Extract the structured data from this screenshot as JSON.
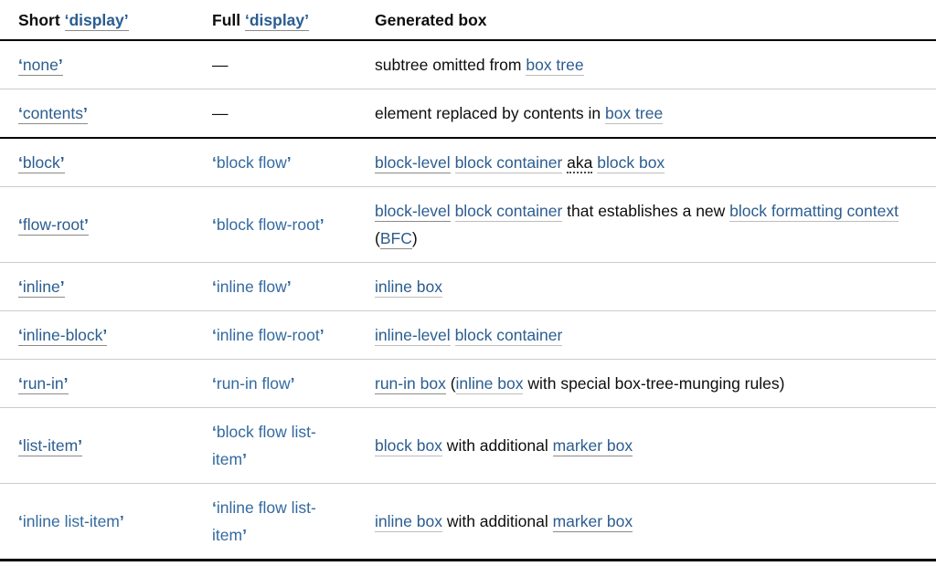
{
  "glyphs": {
    "quote_open": "‘",
    "quote_close": "’"
  },
  "colors": {
    "link": "#2b5d90",
    "css_value": "#336a9f",
    "text": "#0d0d0d",
    "underline_dark": "#8a8a8a",
    "underline_light": "#bdbdbd",
    "divider_thin": "#cbcbcb",
    "divider_thick": "#000000",
    "background": "#ffffff"
  },
  "table": {
    "header": {
      "cells": [
        {
          "segments": [
            {
              "type": "text",
              "text": "Short "
            },
            {
              "type": "link",
              "text": "display",
              "quoted": true,
              "ul": "dark"
            }
          ]
        },
        {
          "segments": [
            {
              "type": "text",
              "text": "Full "
            },
            {
              "type": "link",
              "text": "display",
              "quoted": true,
              "ul": "dark"
            }
          ]
        },
        {
          "segments": [
            {
              "type": "text",
              "text": "Generated box"
            }
          ]
        }
      ]
    },
    "rows": [
      {
        "divider_after": "thin",
        "cells": [
          {
            "segments": [
              {
                "type": "link",
                "text": "none",
                "quoted": true,
                "ul": "dark"
              }
            ]
          },
          {
            "segments": [
              {
                "type": "text",
                "text": "—"
              }
            ]
          },
          {
            "segments": [
              {
                "type": "text",
                "text": "subtree omitted from "
              },
              {
                "type": "link",
                "text": "box tree",
                "ul": "light"
              }
            ]
          }
        ]
      },
      {
        "divider_after": "thick",
        "cells": [
          {
            "segments": [
              {
                "type": "link",
                "text": "contents",
                "quoted": true,
                "ul": "dark"
              }
            ]
          },
          {
            "segments": [
              {
                "type": "text",
                "text": "—"
              }
            ]
          },
          {
            "segments": [
              {
                "type": "text",
                "text": "element replaced by contents in "
              },
              {
                "type": "link",
                "text": "box tree",
                "ul": "light"
              }
            ]
          }
        ]
      },
      {
        "divider_after": "thin",
        "cells": [
          {
            "segments": [
              {
                "type": "link",
                "text": "block",
                "quoted": true,
                "ul": "dark"
              }
            ]
          },
          {
            "segments": [
              {
                "type": "css",
                "text": "block flow",
                "quoted": true
              }
            ]
          },
          {
            "segments": [
              {
                "type": "link",
                "text": "block-level",
                "ul": "dark"
              },
              {
                "type": "text",
                "text": " "
              },
              {
                "type": "link",
                "text": "block container",
                "ul": "light"
              },
              {
                "type": "text",
                "text": " "
              },
              {
                "type": "abbr",
                "text": "aka"
              },
              {
                "type": "text",
                "text": " "
              },
              {
                "type": "link",
                "text": "block box",
                "ul": "light"
              }
            ]
          }
        ]
      },
      {
        "divider_after": "thin",
        "cells": [
          {
            "segments": [
              {
                "type": "link",
                "text": "flow-root",
                "quoted": true,
                "ul": "dark"
              }
            ]
          },
          {
            "segments": [
              {
                "type": "css",
                "text": "block flow-root",
                "quoted": true
              }
            ]
          },
          {
            "segments": [
              {
                "type": "link",
                "text": "block-level",
                "ul": "dark"
              },
              {
                "type": "text",
                "text": " "
              },
              {
                "type": "link",
                "text": "block container",
                "ul": "light"
              },
              {
                "type": "text",
                "text": " that establishes a new "
              },
              {
                "type": "link",
                "text": "block formatting context",
                "ul": "light"
              },
              {
                "type": "text",
                "text": " ("
              },
              {
                "type": "link",
                "text": "BFC",
                "ul": "dark"
              },
              {
                "type": "text",
                "text": ")"
              }
            ]
          }
        ]
      },
      {
        "divider_after": "thin",
        "cells": [
          {
            "segments": [
              {
                "type": "link",
                "text": "inline",
                "quoted": true,
                "ul": "dark"
              }
            ]
          },
          {
            "segments": [
              {
                "type": "css",
                "text": "inline flow",
                "quoted": true
              }
            ]
          },
          {
            "segments": [
              {
                "type": "link",
                "text": "inline box",
                "ul": "light"
              }
            ]
          }
        ]
      },
      {
        "divider_after": "thin",
        "cells": [
          {
            "segments": [
              {
                "type": "link",
                "text": "inline-block",
                "quoted": true,
                "ul": "dark"
              }
            ]
          },
          {
            "segments": [
              {
                "type": "css",
                "text": "inline flow-root",
                "quoted": true
              }
            ]
          },
          {
            "segments": [
              {
                "type": "link",
                "text": "inline-level",
                "ul": "light"
              },
              {
                "type": "text",
                "text": " "
              },
              {
                "type": "link",
                "text": "block container",
                "ul": "light"
              }
            ]
          }
        ]
      },
      {
        "divider_after": "thin",
        "cells": [
          {
            "segments": [
              {
                "type": "link",
                "text": "run-in",
                "quoted": true,
                "ul": "dark"
              }
            ]
          },
          {
            "segments": [
              {
                "type": "css",
                "text": "run-in flow",
                "quoted": true
              }
            ]
          },
          {
            "segments": [
              {
                "type": "link",
                "text": "run-in box",
                "ul": "dark"
              },
              {
                "type": "text",
                "text": " ("
              },
              {
                "type": "link",
                "text": "inline box",
                "ul": "light"
              },
              {
                "type": "text",
                "text": " with special box-tree-munging rules)"
              }
            ]
          }
        ]
      },
      {
        "divider_after": "thin",
        "cells": [
          {
            "segments": [
              {
                "type": "link",
                "text": "list-item",
                "quoted": true,
                "ul": "dark"
              }
            ]
          },
          {
            "segments": [
              {
                "type": "css",
                "text": "block flow list-item",
                "quoted": true
              }
            ]
          },
          {
            "segments": [
              {
                "type": "link",
                "text": "block box",
                "ul": "light"
              },
              {
                "type": "text",
                "text": " with additional "
              },
              {
                "type": "link",
                "text": "marker box",
                "ul": "dark"
              }
            ]
          }
        ]
      },
      {
        "divider_after": "none",
        "cells": [
          {
            "segments": [
              {
                "type": "css",
                "text": "inline list-item",
                "quoted": true
              }
            ]
          },
          {
            "segments": [
              {
                "type": "css",
                "text": "inline flow list-item",
                "quoted": true
              }
            ]
          },
          {
            "segments": [
              {
                "type": "link",
                "text": "inline box",
                "ul": "light"
              },
              {
                "type": "text",
                "text": " with additional "
              },
              {
                "type": "link",
                "text": "marker box",
                "ul": "dark"
              }
            ]
          }
        ]
      }
    ]
  }
}
